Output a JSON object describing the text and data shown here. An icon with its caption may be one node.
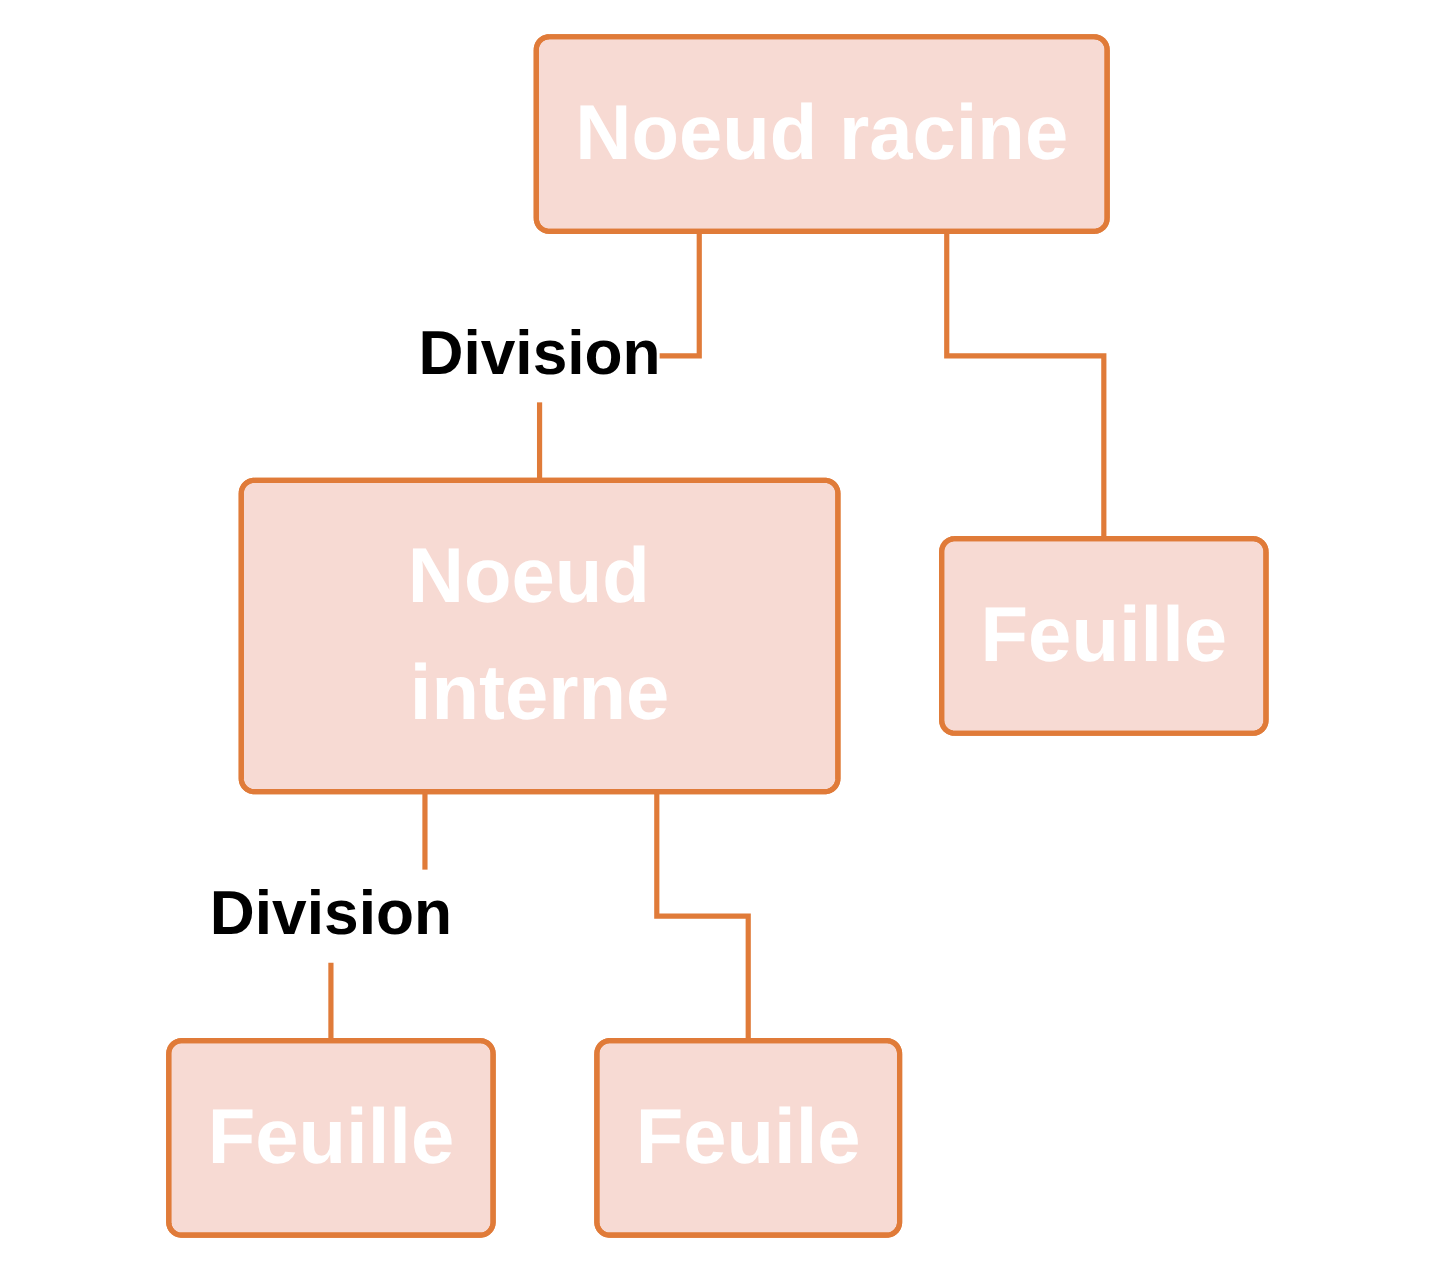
{
  "diagram": {
    "nodes": [
      {
        "text": [
          "Noeud racine"
        ]
      },
      {
        "text": [
          "Noeud interne"
        ]
      },
      {
        "text": [
          "Feuille"
        ]
      },
      {
        "text": [
          "Feuille"
        ]
      },
      {
        "text": [
          "Feuile"
        ]
      }
    ],
    "edges": [
      {
        "from": 0,
        "to": 1,
        "arrow": "none",
        "label": "Division"
      },
      {
        "from": 0,
        "to": 2,
        "arrow": "none"
      },
      {
        "from": 1,
        "to": 3,
        "arrow": "none",
        "label": "Division"
      },
      {
        "from": 1,
        "to": 4,
        "arrow": "none"
      }
    ]
  }
}
